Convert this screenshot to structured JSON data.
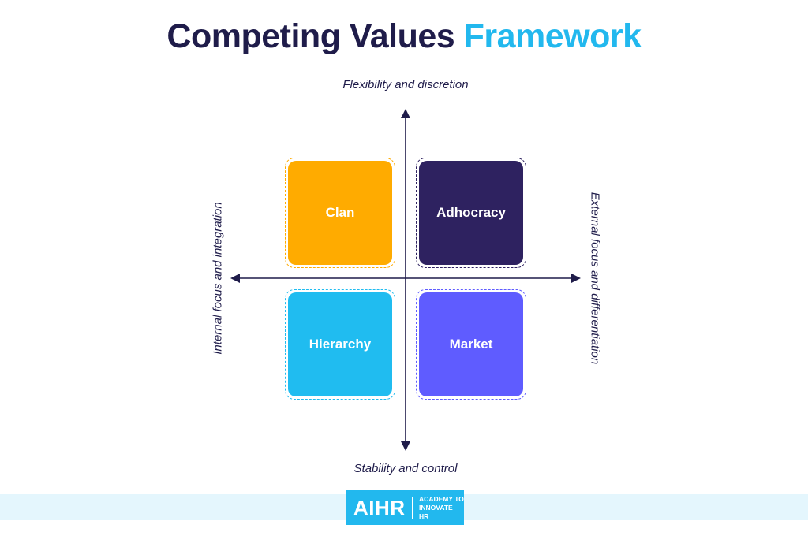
{
  "title": {
    "main": "Competing Values",
    "accent": "Framework"
  },
  "axes": {
    "top": "Flexibility and discretion",
    "bottom": "Stability and control",
    "left": "Internal focus and integration",
    "right": "External focus and differentiation"
  },
  "quadrants": [
    {
      "label": "Clan",
      "color": "#ffab00"
    },
    {
      "label": "Adhocracy",
      "color": "#2e2260"
    },
    {
      "label": "Hierarchy",
      "color": "#20bcf0"
    },
    {
      "label": "Market",
      "color": "#5f5cff"
    }
  ],
  "logo": {
    "mark": "AIHR",
    "line1": "ACADEMY TO",
    "line2": "INNOVATE HR",
    "color": "#22b8ee"
  }
}
